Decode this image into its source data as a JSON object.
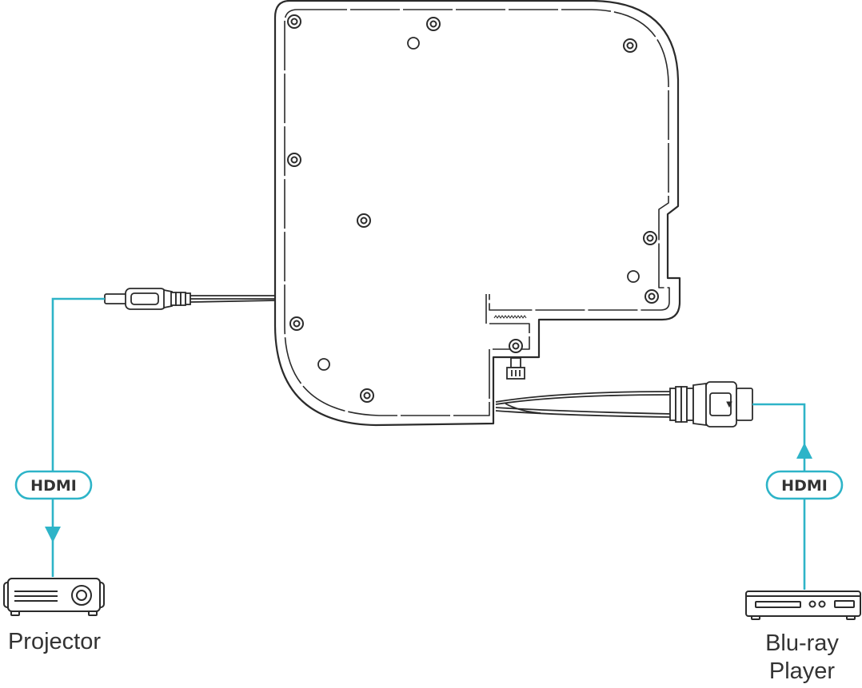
{
  "colors": {
    "cable": "#2eb4c8",
    "outline": "#2b2b2b",
    "text": "#333333",
    "background": "#ffffff"
  },
  "labels": {
    "left_cable_badge": "HDMI",
    "right_cable_badge": "HDMI",
    "projector": "Projector",
    "bluray_line1": "Blu-ray",
    "bluray_line2": "Player"
  },
  "icons": {
    "projector": "projector-icon",
    "bluray": "bluray-player-icon",
    "device": "wall-plate-board-icon"
  }
}
